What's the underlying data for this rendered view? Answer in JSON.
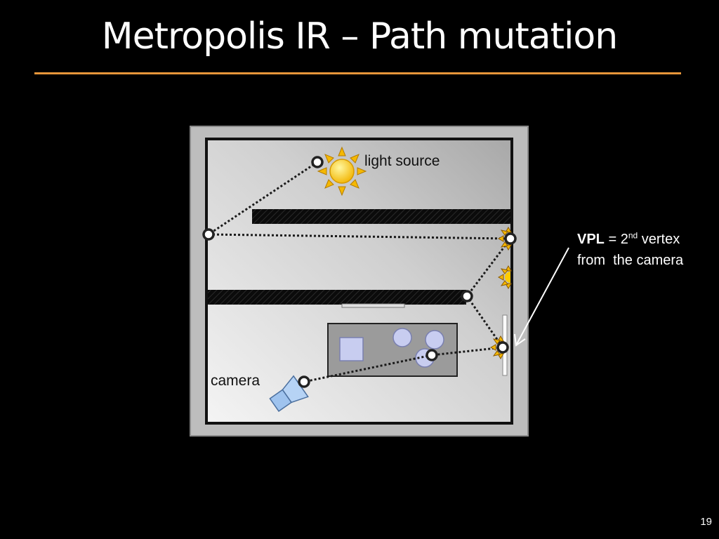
{
  "slide": {
    "title": "Metropolis IR – Path mutation",
    "page_number": "19"
  },
  "labels": {
    "light_source": "light source",
    "camera": "camera"
  },
  "vpl_note": {
    "term": "VPL",
    "equals": " = 2",
    "ordinal_suffix": "nd",
    "rest_line1": " vertex",
    "line2": "from  the camera"
  },
  "colors": {
    "accent_rule": "#e8963a",
    "background": "#000000",
    "room_wall": "#111111",
    "light_fill": "#ffd21a",
    "camera_fill": "#9fc3ee",
    "object_fill": "#c8cdf0"
  },
  "icons": [
    "sun-icon",
    "camera-icon",
    "vpl-sun-icon"
  ]
}
